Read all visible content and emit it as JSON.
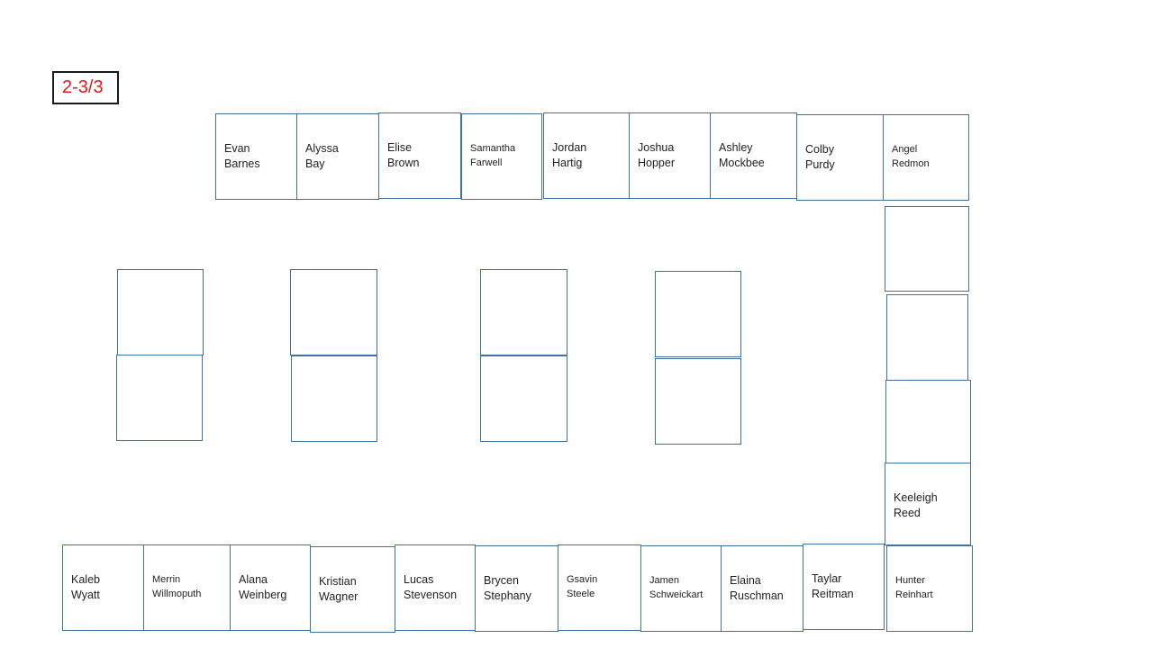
{
  "period_label": "2-3/3",
  "seats": [
    {
      "id": "evan-barnes",
      "name": "Evan\nBarnes",
      "small": false
    },
    {
      "id": "alyssa-bay",
      "name": "Alyssa\nBay",
      "small": false
    },
    {
      "id": "elise-brown",
      "name": "Elise\nBrown",
      "small": false
    },
    {
      "id": "samantha-farwell",
      "name": "Samantha\nFarwell",
      "small": true
    },
    {
      "id": "jordan-hartig",
      "name": "Jordan\nHartig",
      "small": false
    },
    {
      "id": "joshua-hopper",
      "name": "Joshua\nHopper",
      "small": false
    },
    {
      "id": "ashley-mockbee",
      "name": "Ashley\nMockbee",
      "small": false
    },
    {
      "id": "colby-purdy",
      "name": "Colby\nPurdy",
      "small": false
    },
    {
      "id": "angel-redmon",
      "name": "Angel\nRedmon",
      "small": true
    },
    {
      "id": "right-empty-1",
      "name": "",
      "small": false
    },
    {
      "id": "right-empty-2",
      "name": "",
      "small": false
    },
    {
      "id": "right-empty-3",
      "name": "",
      "small": false
    },
    {
      "id": "keeleigh-reed",
      "name": "Keeleigh\nReed",
      "small": false
    },
    {
      "id": "kaleb-wyatt",
      "name": "Kaleb\nWyatt",
      "small": false
    },
    {
      "id": "merrin-willmoputh",
      "name": "Merrin\nWillmoputh",
      "small": true
    },
    {
      "id": "alana-weinberg",
      "name": "Alana\nWeinberg",
      "small": false
    },
    {
      "id": "kristian-wagner",
      "name": "Kristian\nWagner",
      "small": false
    },
    {
      "id": "lucas-stevenson",
      "name": "Lucas\nStevenson",
      "small": false
    },
    {
      "id": "brycen-stephany",
      "name": "Brycen\nStephany",
      "small": false
    },
    {
      "id": "gsavin-steele",
      "name": "Gsavin\nSteele",
      "small": true
    },
    {
      "id": "jamen-schweickart",
      "name": "Jamen\nSchweickart",
      "small": true
    },
    {
      "id": "elaina-ruschman",
      "name": "Elaina\nRuschman",
      "small": false
    },
    {
      "id": "taylar-reitman",
      "name": "Taylar\nReitman",
      "small": false
    },
    {
      "id": "hunter-reinhart",
      "name": "Hunter\nReinhart",
      "small": true
    },
    {
      "id": "center-1-top",
      "name": "",
      "small": false
    },
    {
      "id": "center-1-bottom",
      "name": "",
      "small": false
    },
    {
      "id": "center-2-top",
      "name": "",
      "small": false
    },
    {
      "id": "center-2-bottom",
      "name": "",
      "small": false
    },
    {
      "id": "center-3-top",
      "name": "",
      "small": false
    },
    {
      "id": "center-3-bottom",
      "name": "",
      "small": false
    },
    {
      "id": "center-4-top",
      "name": "",
      "small": false
    },
    {
      "id": "center-4-bottom",
      "name": "",
      "small": false
    }
  ]
}
